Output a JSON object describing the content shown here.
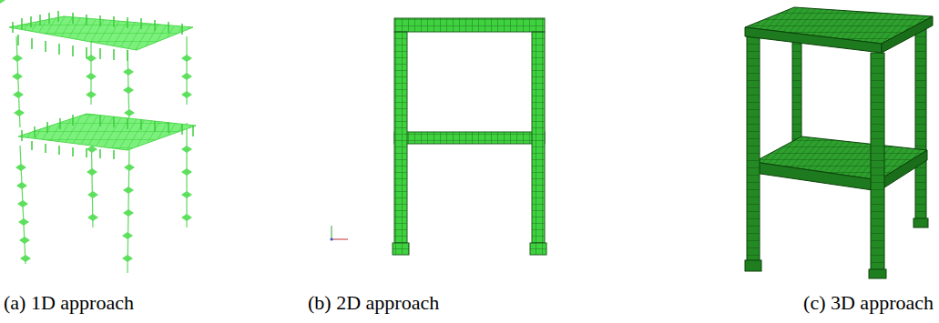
{
  "diagram": {
    "labels": [
      "(a) 1D approach",
      "(b) 2D approach",
      "(c) 3D approach"
    ]
  }
}
